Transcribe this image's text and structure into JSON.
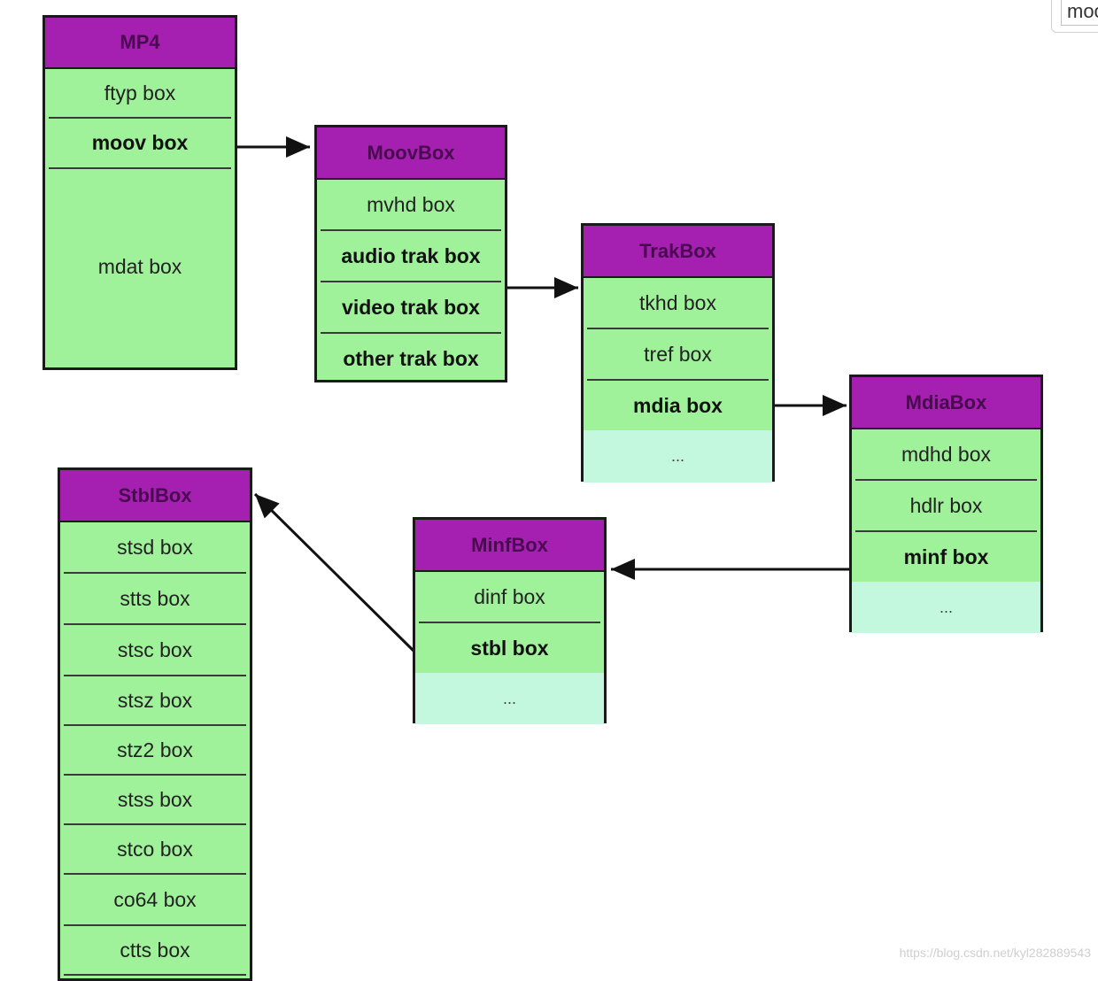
{
  "corner_tab": "moo",
  "watermark": "https://blog.csdn.net/kyl282889543",
  "colors": {
    "header": "#a51fb0",
    "row": "#9ff29a",
    "ellipsis_row": "#c3f8df",
    "border": "#1a1a1a"
  },
  "boxes": {
    "mp4": {
      "title": "MP4",
      "rows": [
        "ftyp box",
        "moov box",
        "mdat box"
      ]
    },
    "moov": {
      "title": "MoovBox",
      "rows": [
        "mvhd box",
        "audio trak box",
        "video trak box",
        "other trak box"
      ]
    },
    "trak": {
      "title": "TrakBox",
      "rows": [
        "tkhd box",
        "tref box",
        "mdia box",
        "..."
      ]
    },
    "mdia": {
      "title": "MdiaBox",
      "rows": [
        "mdhd box",
        "hdlr box",
        "minf box",
        "..."
      ]
    },
    "minf": {
      "title": "MinfBox",
      "rows": [
        "dinf box",
        "stbl box",
        "..."
      ]
    },
    "stbl": {
      "title": "StblBox",
      "rows": [
        "stsd box",
        "stts box",
        "stsc box",
        "stsz box",
        "stz2 box",
        "stss box",
        "stco box",
        "co64 box",
        "ctts box"
      ]
    }
  }
}
